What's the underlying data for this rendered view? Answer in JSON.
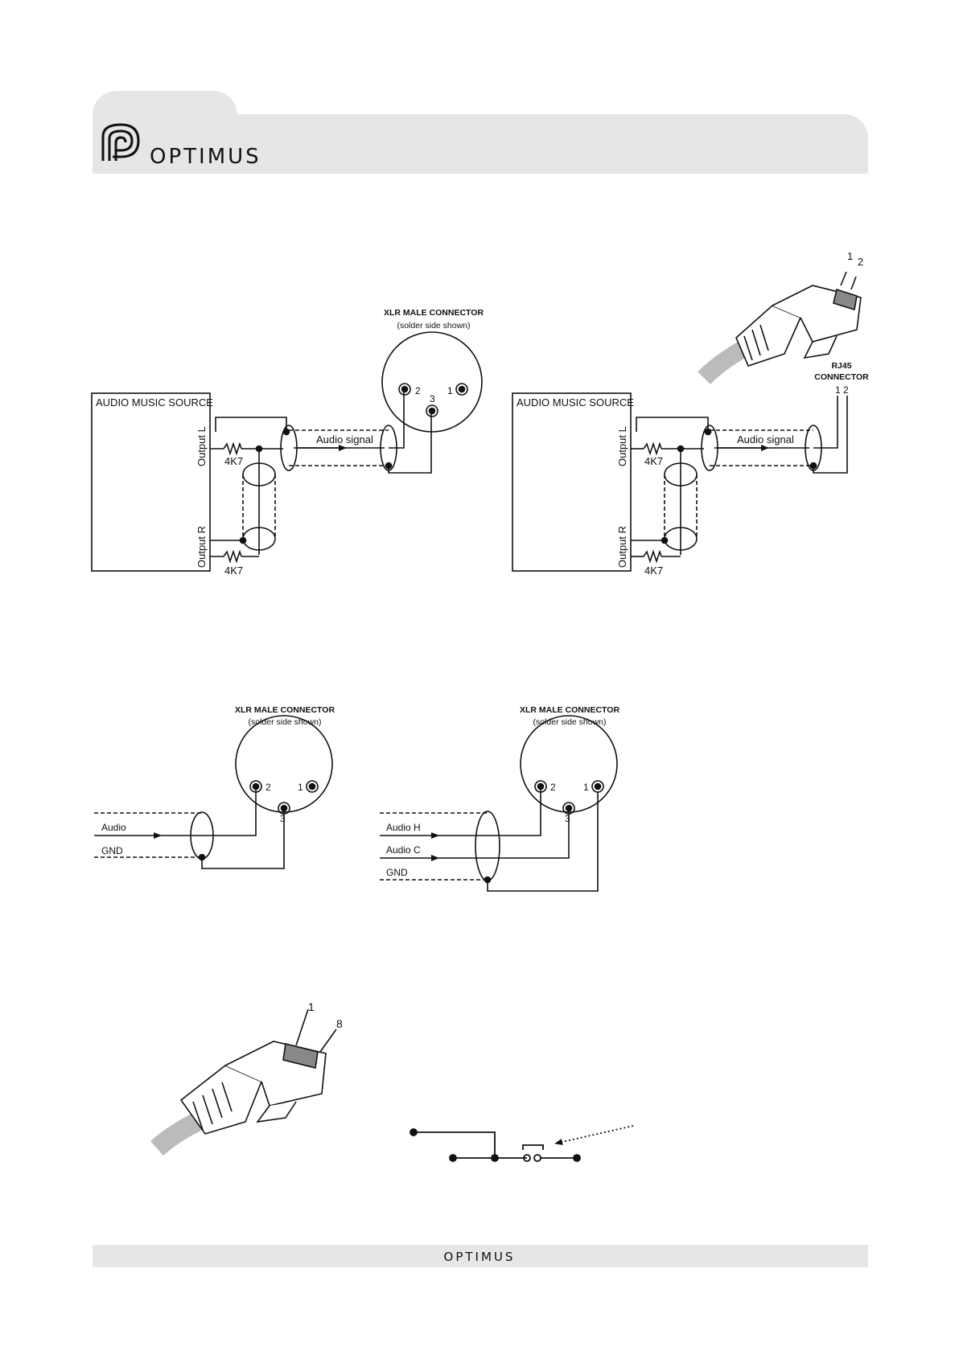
{
  "brand": {
    "name": "OPTIMUS",
    "footer_name": "OPTIMUS"
  },
  "diagrams": {
    "top_left": {
      "source_box_label": "AUDIO MUSIC SOURCE",
      "output_l_label": "Output L",
      "output_r_label": "Output R",
      "resistor_top": "4K7",
      "resistor_bottom": "4K7",
      "signal_label": "Audio signal",
      "xlr_title": "XLR MALE CONNECTOR",
      "xlr_subtitle": "(solder side shown)",
      "pin1": "1",
      "pin2": "2",
      "pin3": "3"
    },
    "top_right": {
      "source_box_label": "AUDIO MUSIC SOURCE",
      "output_l_label": "Output L",
      "output_r_label": "Output R",
      "resistor_top": "4K7",
      "resistor_bottom": "4K7",
      "signal_label": "Audio signal",
      "rj45_title_line1": "RJ45",
      "rj45_title_line2": "CONNECTOR",
      "rj45_pins": "1 2",
      "plug_pin1": "1",
      "plug_pin2": "2"
    },
    "middle_left": {
      "xlr_title": "XLR MALE CONNECTOR",
      "xlr_subtitle": "(solder side shown)",
      "audio_label": "Audio",
      "gnd_label": "GND",
      "pin1": "1",
      "pin2": "2",
      "pin3": "3"
    },
    "middle_right": {
      "xlr_title": "XLR MALE CONNECTOR",
      "xlr_subtitle": "(solder side shown)",
      "audio_h_label": "Audio H",
      "audio_c_label": "Audio C",
      "gnd_label": "GND",
      "pin1": "1",
      "pin2": "2",
      "pin3": "3"
    },
    "bottom_left": {
      "plug_pin1": "1",
      "plug_pin8": "8"
    }
  },
  "colors": {
    "header_gray": "#e6e6e6",
    "line": "#111111"
  }
}
